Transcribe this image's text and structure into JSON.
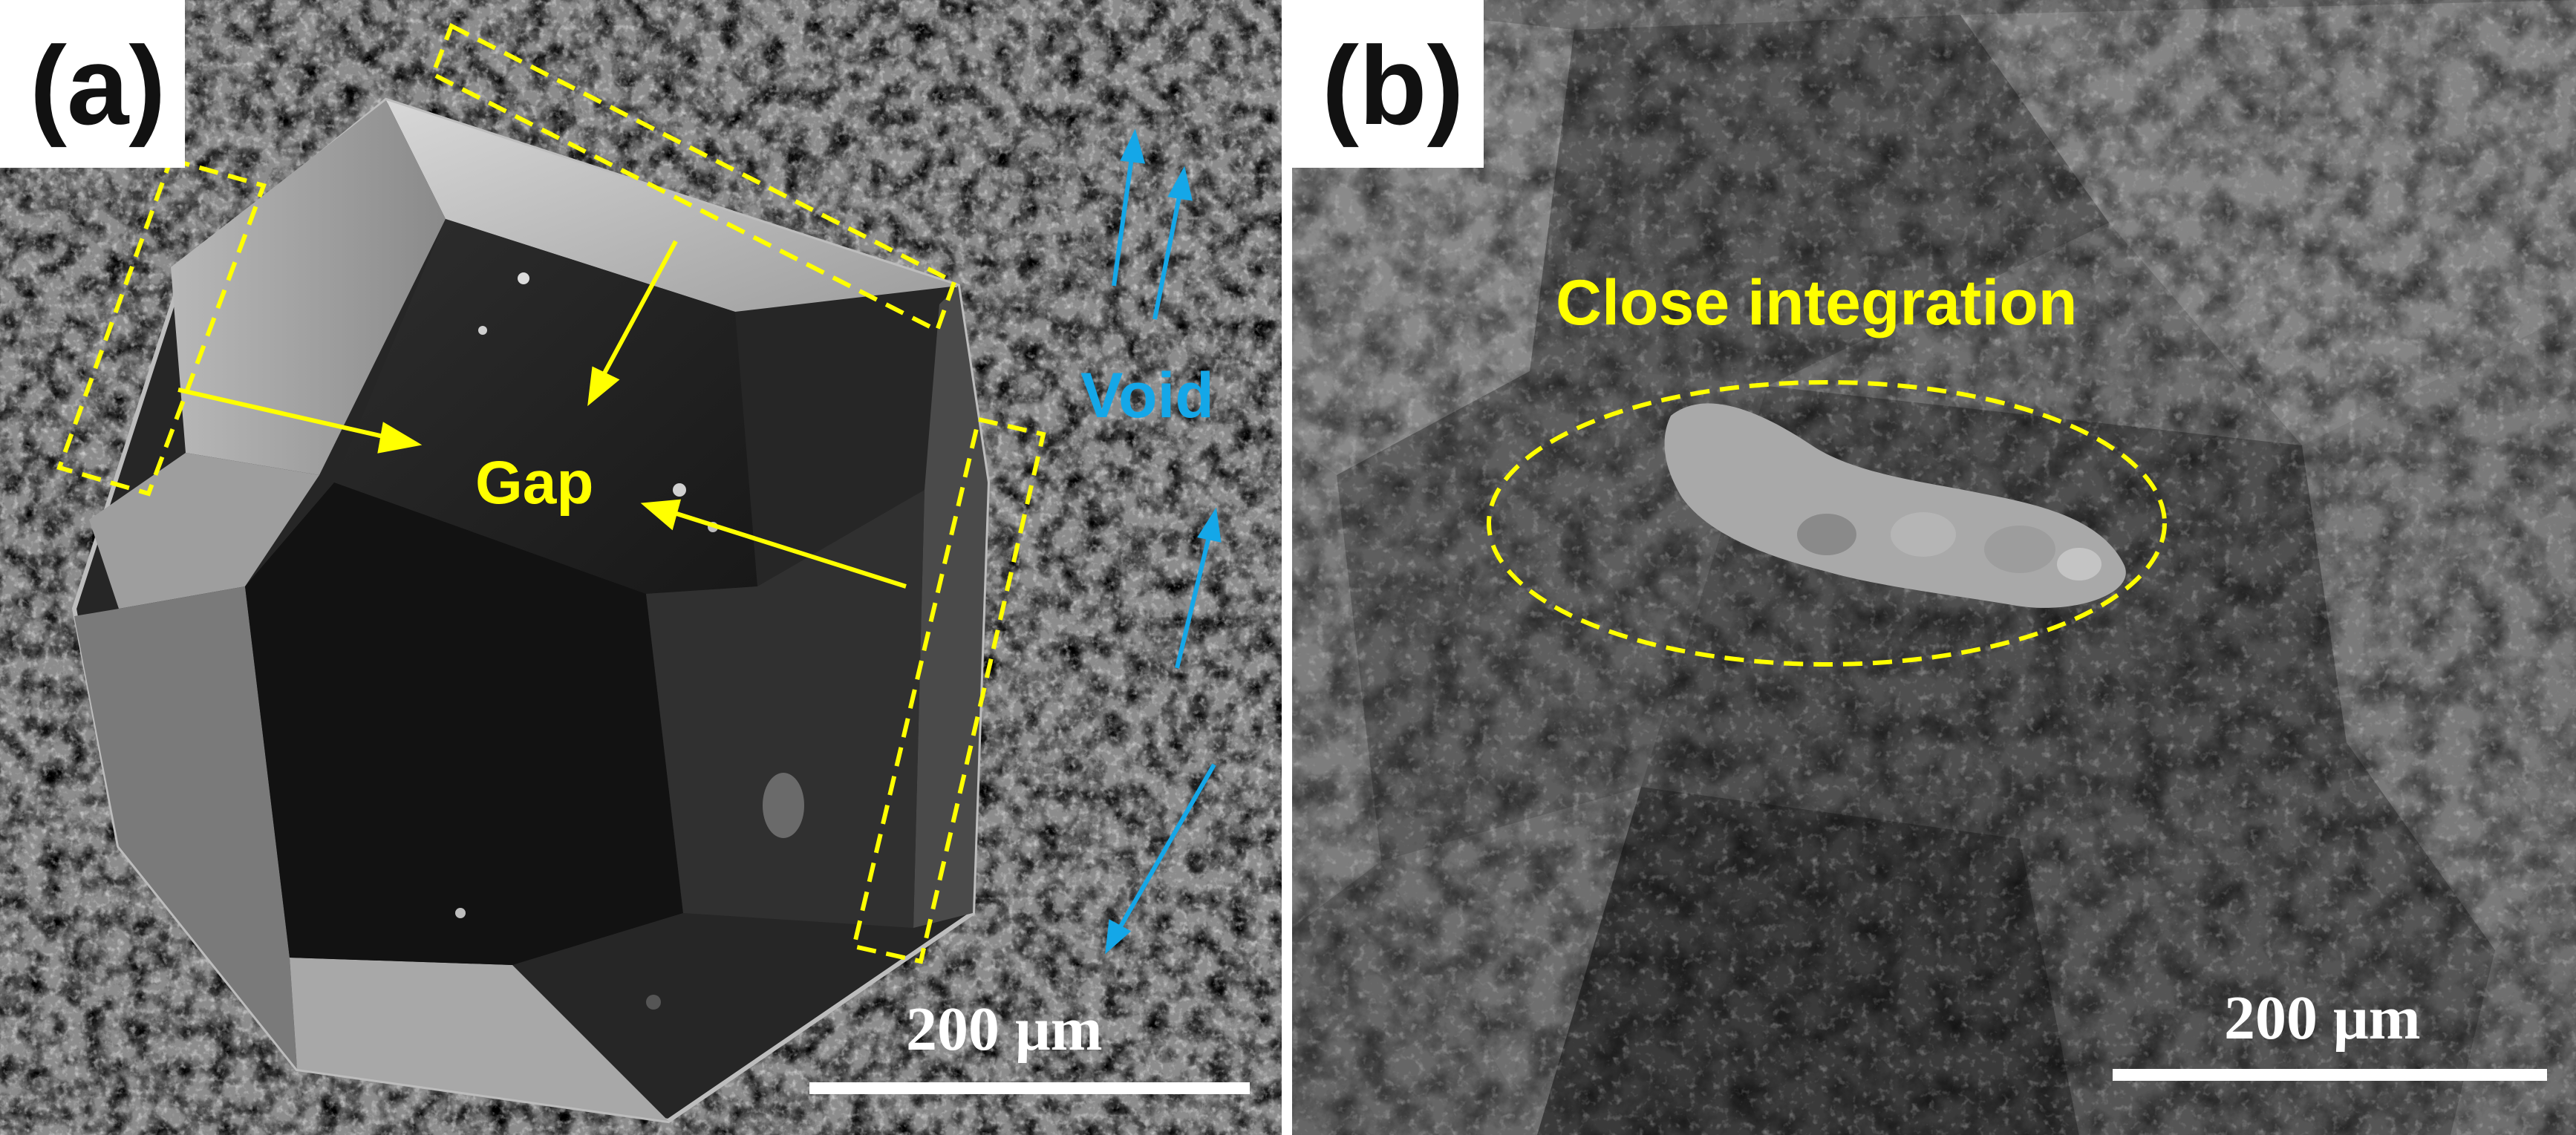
{
  "colors": {
    "annotation_yellow": "#ffff00",
    "annotation_blue": "#14a7e8",
    "scale_bar": "#ffffff",
    "label_background": "#ffffff"
  },
  "panel_a": {
    "label": "(a)",
    "gap_text": "Gap",
    "void_text": "Void",
    "scale_text": "200 μm"
  },
  "panel_b": {
    "label": "(b)",
    "annotation_text": "Close integration",
    "scale_text": "200 μm"
  }
}
